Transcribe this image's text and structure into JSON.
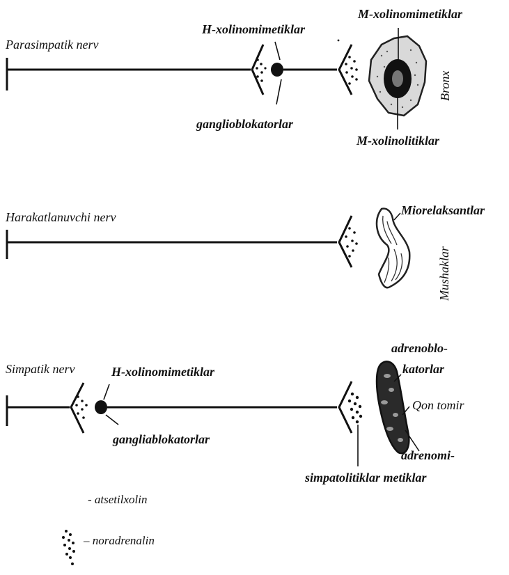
{
  "pathways": {
    "parasympathetic": {
      "nerve_label": "Parasimpatik nerv",
      "h_label": "H-xolinomimetiklar",
      "ganglio_label": "ganglioblokatorlar",
      "m_top_label": "M-xolinomimetiklar",
      "m_bottom_label": "M-xolinolitiklar",
      "organ_label": "Bronx"
    },
    "motor": {
      "nerve_label": "Harakatlanuvchi nerv",
      "relaxant_label": "Miorelaksantlar",
      "organ_label": "Mushaklar"
    },
    "sympathetic": {
      "nerve_label": "Simpatik nerv",
      "h_label": "H-xolinomimetiklar",
      "ganglio_label": "gangliablokatorlar",
      "adrenoblock_label_1": "adrenoblo-",
      "adrenoblock_label_2": "katorlar",
      "vessel_label": "Qon tomir",
      "adrenomimetic_label_1": "adrenomi-",
      "adrenomimetic_label_2": "simpatolitiklar metiklar"
    }
  },
  "legend": {
    "acetylcholine_label": "- atsetilxolin",
    "noradrenaline_label": "– noradrenalin"
  },
  "colors": {
    "ink": "#111111",
    "stipple": "#c8c8c8",
    "vessel": "#2a2a2a"
  }
}
